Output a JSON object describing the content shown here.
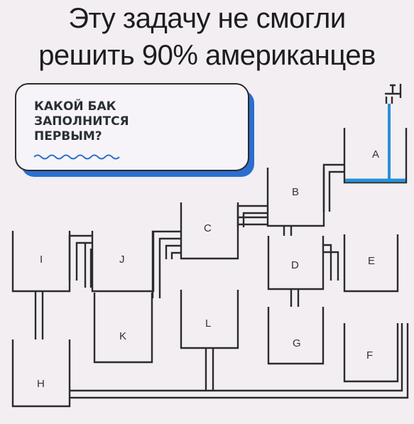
{
  "headline": {
    "line1": "Эту задачу не смогли",
    "line2": "решить 90% американцев"
  },
  "question": {
    "line1": "КАКОЙ БАК",
    "line2": "ЗАПОЛНИТСЯ",
    "line3": "ПЕРВЫМ?"
  },
  "tanks": {
    "A": "A",
    "B": "B",
    "C": "C",
    "D": "D",
    "E": "E",
    "F": "F",
    "G": "G",
    "H": "H",
    "I": "I",
    "J": "J",
    "K": "K",
    "L": "L"
  },
  "colors": {
    "background": "#f2eef2",
    "lines": "#2b2b2b",
    "water": "#2b8fd6",
    "card_shadow": "#2a6fd0"
  }
}
